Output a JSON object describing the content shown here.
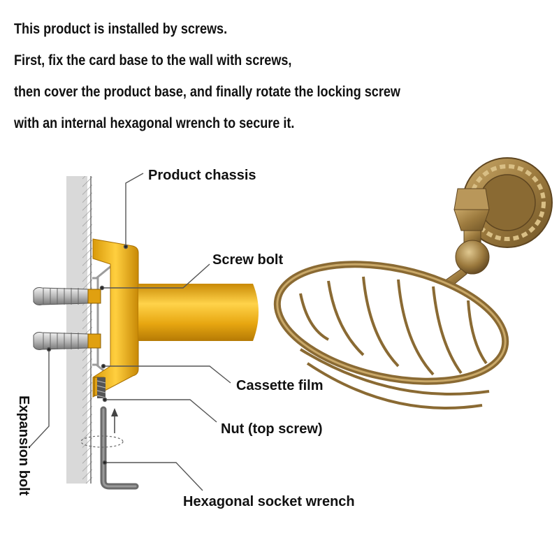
{
  "intro": {
    "lines": [
      "This product is installed by screws.",
      "First, fix the card base to the wall with screws,",
      "then cover the product base, and finally rotate the locking screw",
      "with an internal hexagonal wrench to secure it."
    ]
  },
  "labels": {
    "product_chassis": "Product chassis",
    "screw_bolt": "Screw bolt",
    "cassette_film": "Cassette film",
    "nut": "Nut (top screw)",
    "hex_wrench": "Hexagonal socket wrench",
    "expansion_bolt": "Expansion bolt"
  },
  "colors": {
    "text": "#111111",
    "brass": "#e3a40f",
    "antique_bronze": "#9c7a3e",
    "wall": "#d9d9d9",
    "leader_line": "#555555"
  }
}
